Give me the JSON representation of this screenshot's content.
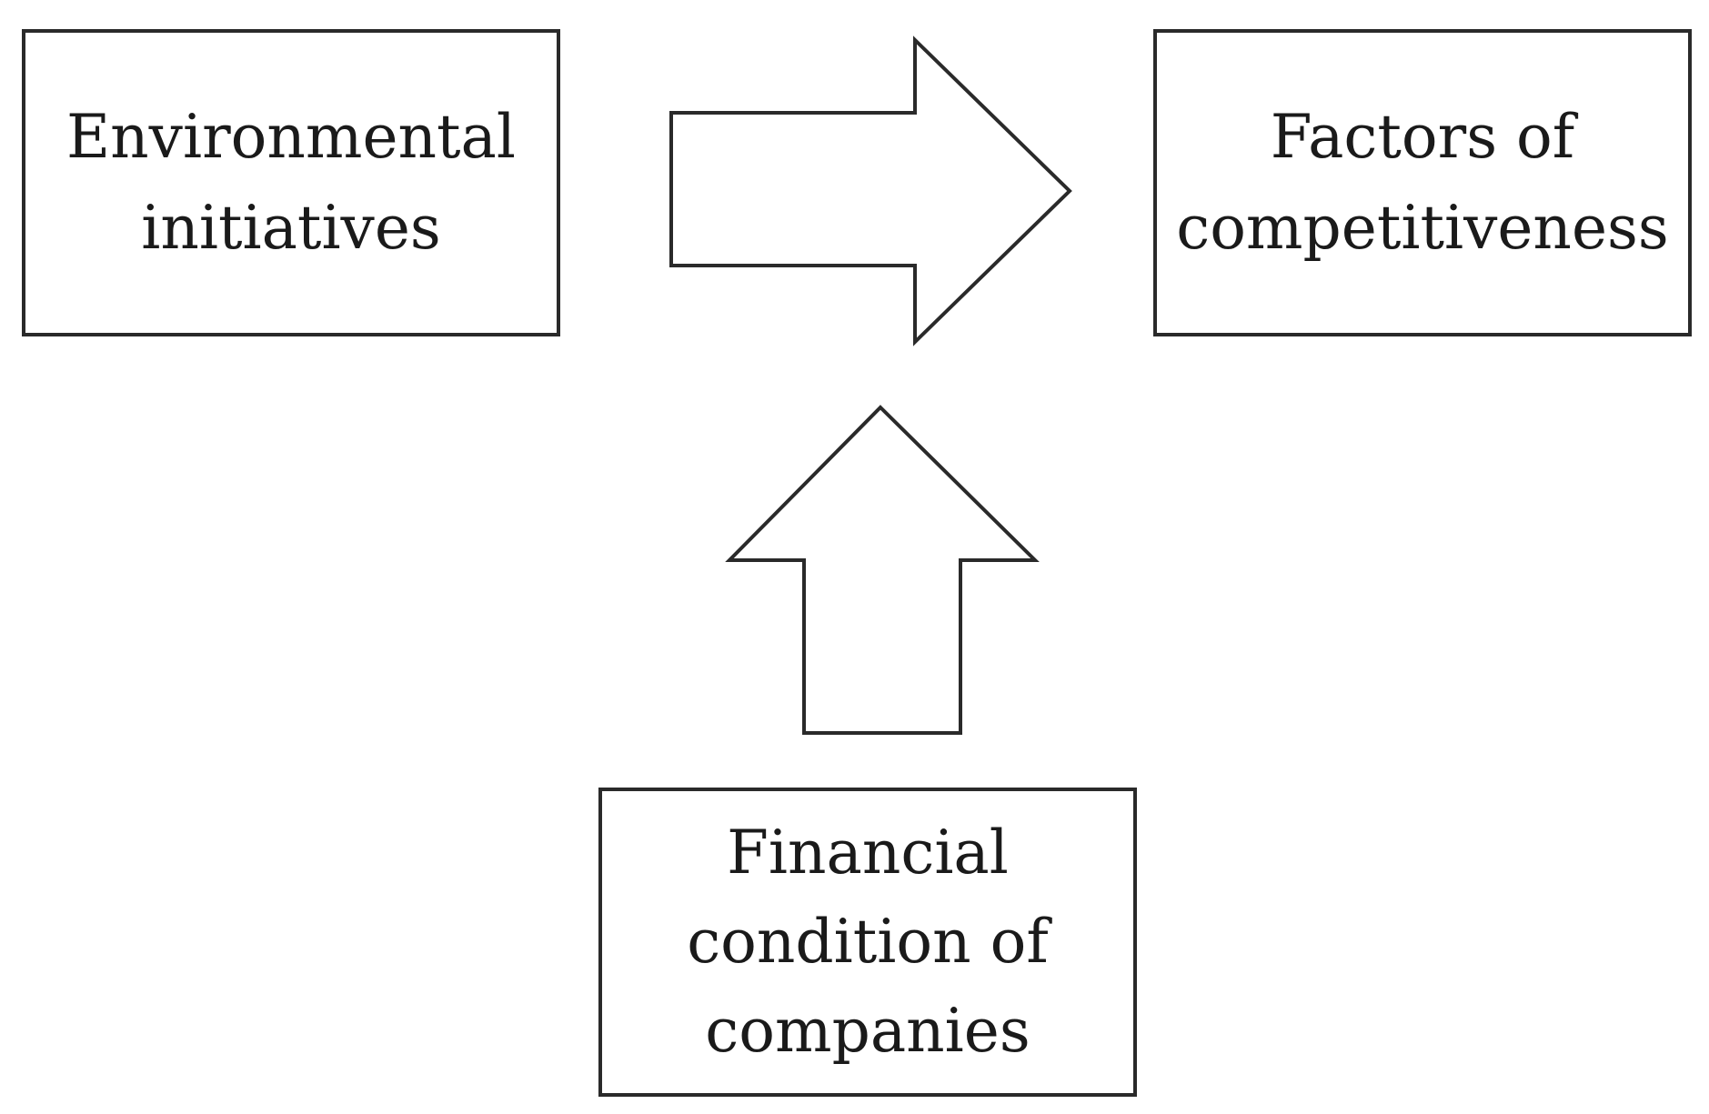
{
  "diagram": {
    "nodes": {
      "environmental_initiatives": {
        "lines": [
          "Environmental",
          "initiatives"
        ]
      },
      "factors_of_competitiveness": {
        "lines": [
          "Factors of",
          "competitiveness"
        ]
      },
      "financial_condition": {
        "lines": [
          "Financial",
          "condition of",
          "companies"
        ]
      }
    },
    "edges": [
      {
        "from": "environmental_initiatives",
        "to": "factors_of_competitiveness",
        "style": "block-arrow-right"
      },
      {
        "from": "financial_condition",
        "to": "edge-0",
        "style": "block-arrow-up"
      }
    ],
    "colors": {
      "stroke": "#2a2a2a",
      "fill": "#ffffff"
    }
  }
}
